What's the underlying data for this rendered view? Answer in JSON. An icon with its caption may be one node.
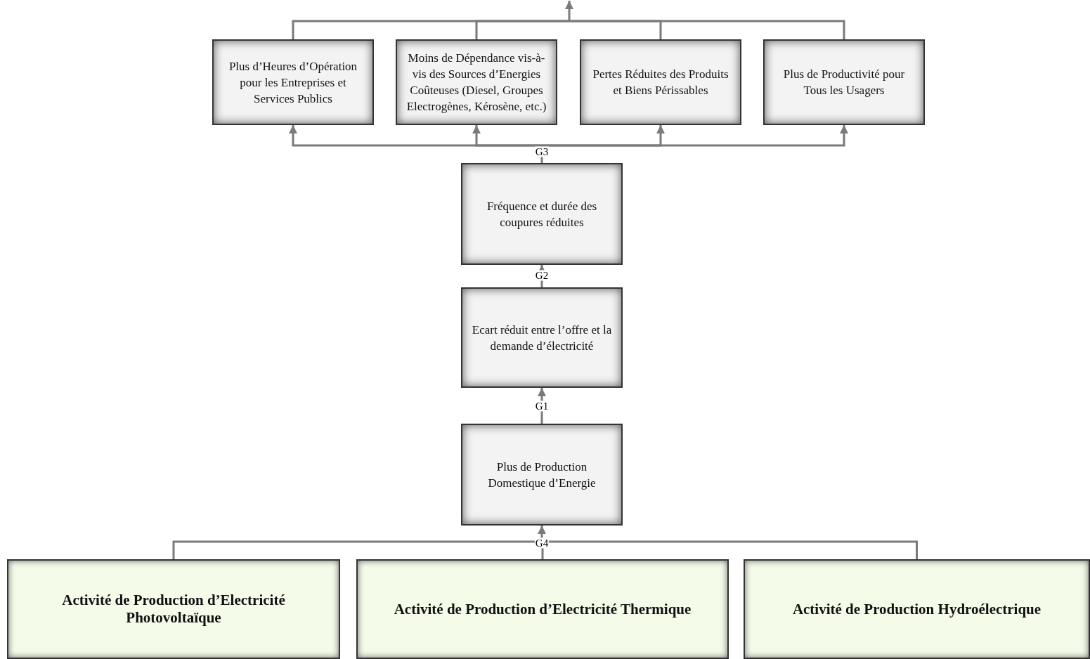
{
  "diagram": {
    "nodes": [
      {
        "text": [
          "Plus d’Heures d’Opération pour les Entreprises et Services Publics"
        ]
      },
      {
        "text": [
          "Moins de Dépendance vis-à-vis des Sources d’Energies Coûteuses (Diesel, Groupes Electrogènes, Kérosène, etc.)"
        ]
      },
      {
        "text": [
          "Pertes Réduites des Produits et Biens Périssables"
        ]
      },
      {
        "text": [
          "Plus de Productivité pour Tous les Usagers"
        ]
      },
      {
        "text": [
          "Fréquence et durée des coupures réduites"
        ]
      },
      {
        "text": [
          "Ecart réduit entre l’offre et la demande d’électricité"
        ]
      },
      {
        "text": [
          "Plus de Production Domestique d’Energie"
        ]
      },
      {
        "text": [
          "Activité de Production d’Electricité Photovoltaïque"
        ]
      },
      {
        "text": [
          "Activité de Production d’Electricité Thermique"
        ]
      },
      {
        "text": [
          "Activité de Production Hydroélectrique"
        ]
      }
    ],
    "edges": [
      {
        "from": 0,
        "to": null,
        "arrow": "to"
      },
      {
        "from": 1,
        "to": null,
        "arrow": "to"
      },
      {
        "from": 2,
        "to": null,
        "arrow": "to"
      },
      {
        "from": 3,
        "to": null,
        "arrow": "to"
      },
      {
        "from": 4,
        "to": 0,
        "arrow": "to",
        "label": "G3"
      },
      {
        "from": 4,
        "to": 1,
        "arrow": "to"
      },
      {
        "from": 4,
        "to": 2,
        "arrow": "to"
      },
      {
        "from": 4,
        "to": 3,
        "arrow": "to"
      },
      {
        "from": 5,
        "to": 4,
        "arrow": "to",
        "label": "G2"
      },
      {
        "from": 6,
        "to": 5,
        "arrow": "to",
        "label": "G1"
      },
      {
        "from": 7,
        "to": 6,
        "arrow": "to"
      },
      {
        "from": 8,
        "to": 6,
        "arrow": "to",
        "label": "G4"
      },
      {
        "from": 9,
        "to": 6,
        "arrow": "to"
      }
    ]
  }
}
